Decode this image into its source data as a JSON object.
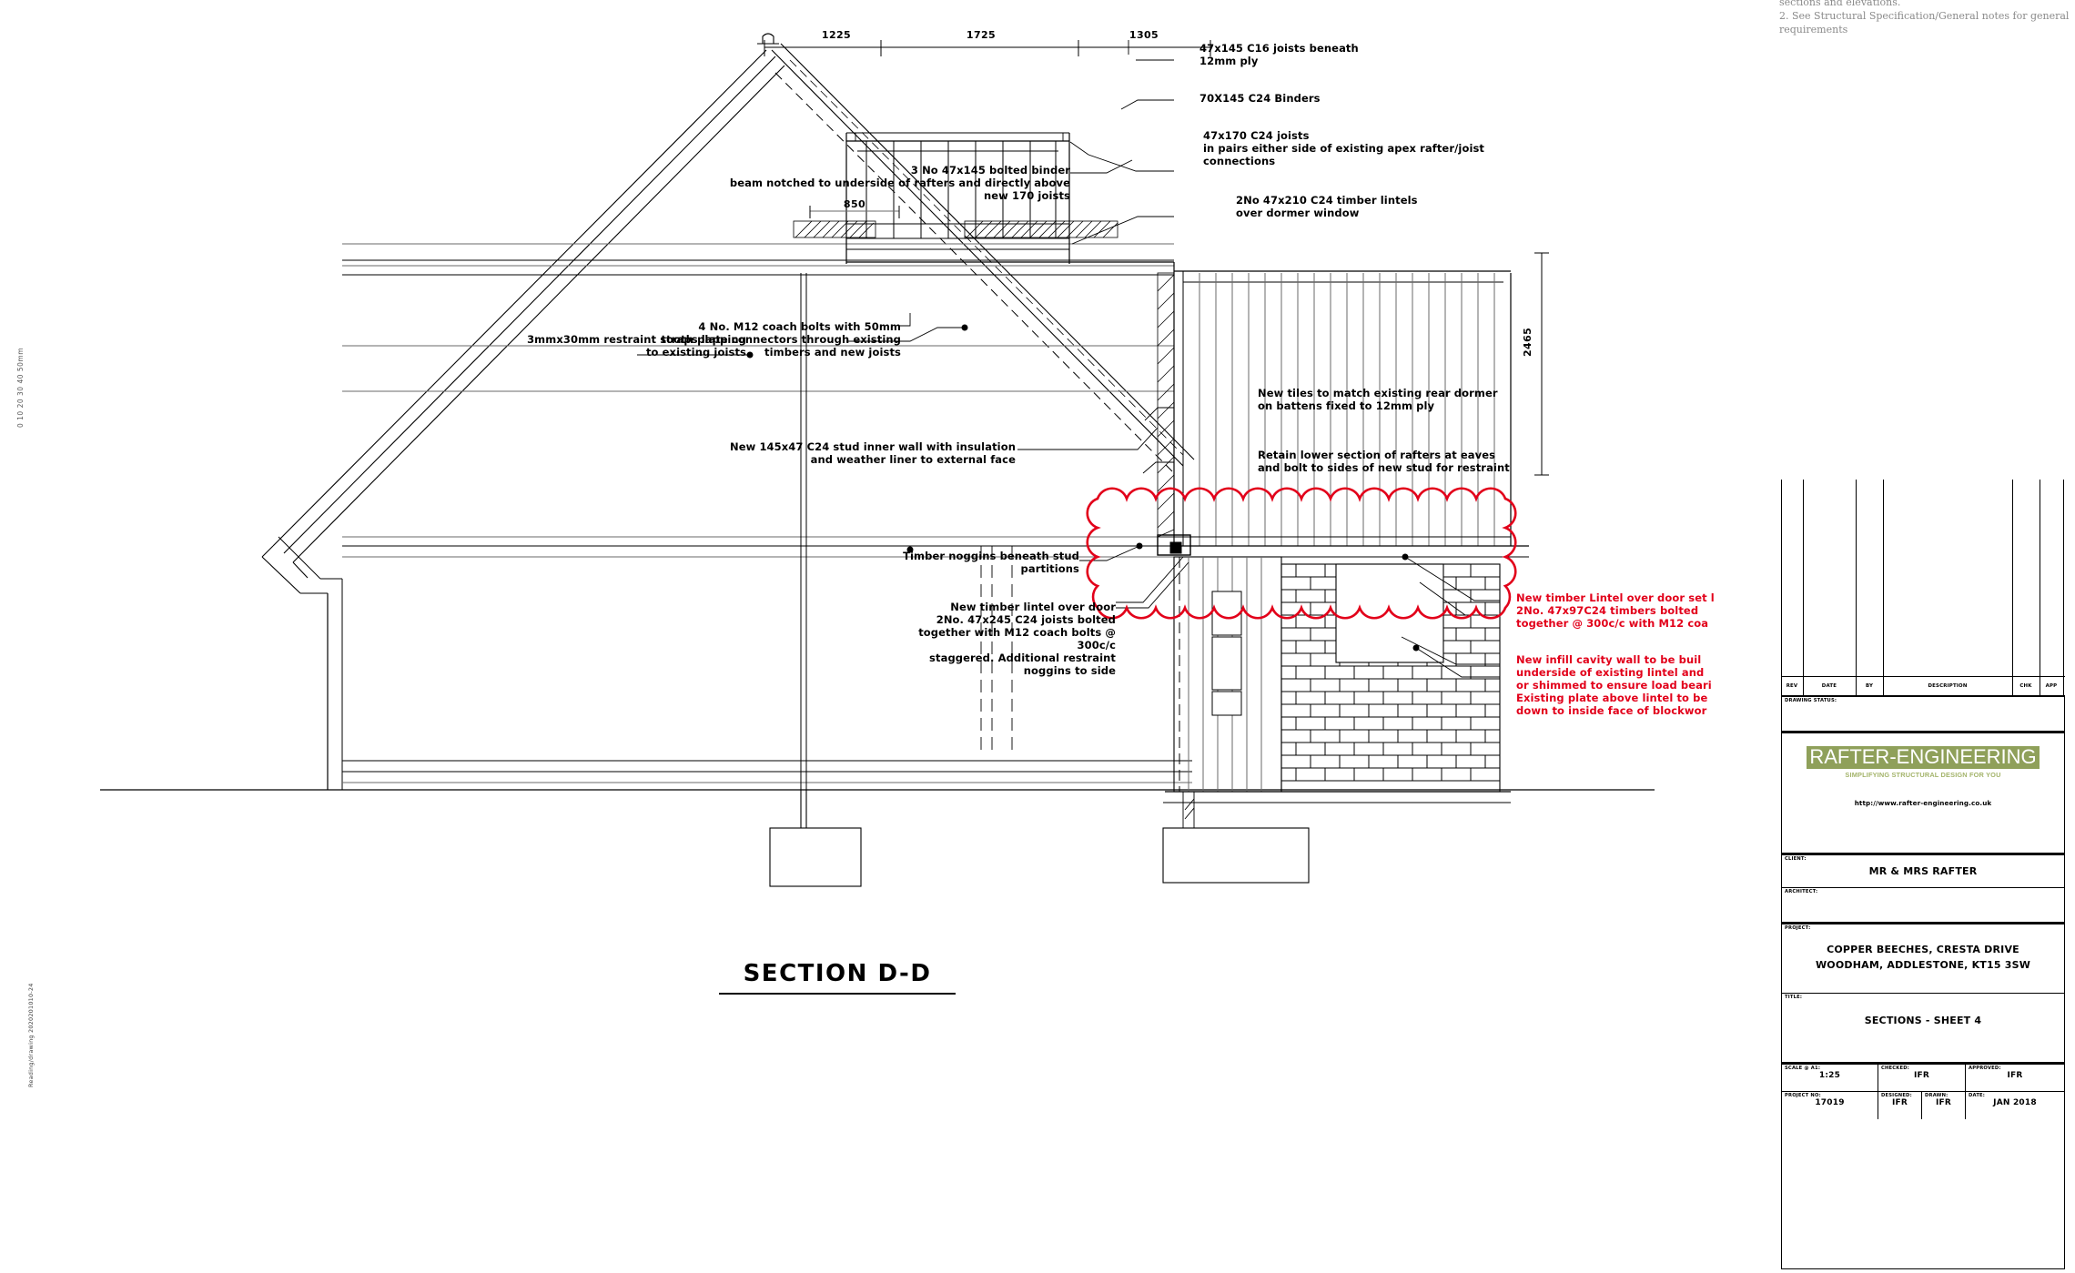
{
  "sheet": {
    "section_title": "SECTION D-D",
    "top_notes": "sections and elevations.\n2. See Structural Specification/General notes for general requirements",
    "left_margin_scale": "0          10         20        30        40        50mm",
    "left_margin_file": "Reading/drawing 2020201010-24"
  },
  "dimensions": {
    "top_chain": [
      "1225",
      "1725",
      "1305"
    ],
    "dormer_width": "850",
    "right_vertical": "2465"
  },
  "annotations": [
    {
      "id": "joists-beneath-ply",
      "text": "47x145 C16 joists beneath\n12mm ply",
      "align": "left"
    },
    {
      "id": "binders",
      "text": "70X145 C24 Binders",
      "align": "left"
    },
    {
      "id": "apex-joists",
      "text": "47x170 C24 joists\nin pairs either side of existing apex rafter/joist\nconnections",
      "align": "left"
    },
    {
      "id": "dormer-lintels",
      "text": "2No 47x210 C24 timber lintels\nover dormer window",
      "align": "left"
    },
    {
      "id": "bolted-binder-beam",
      "text": "3 No 47x145 bolted binder\nbeam notched to underside of rafters and directly above\nnew 170 joists",
      "align": "right"
    },
    {
      "id": "restraint-straps",
      "text": "3mmx30mm restraint straps lapping\nto existing joists",
      "align": "right"
    },
    {
      "id": "coach-bolts",
      "text": "4 No. M12 coach bolts with 50mm\ntooth plate connectors through existing\ntimbers and new joists",
      "align": "right"
    },
    {
      "id": "stud-inner-wall",
      "text": "New 145x47 C24 stud inner wall with insulation\nand weather liner to external face",
      "align": "right"
    },
    {
      "id": "new-tiles",
      "text": "New tiles to match existing rear dormer\non battens fixed to 12mm ply",
      "align": "left"
    },
    {
      "id": "retain-rafters",
      "text": "Retain lower section of rafters at eaves\nand bolt to sides of new stud for restraint",
      "align": "left"
    },
    {
      "id": "timber-noggins",
      "text": "Timber noggins beneath stud\npartitions",
      "align": "right"
    },
    {
      "id": "lintel-over-door",
      "text": "New timber lintel over door\n2No. 47x245 C24 joists bolted\ntogether with M12 coach bolts @\n300c/c\nstaggered. Additional restraint\nnoggins to side",
      "align": "right"
    },
    {
      "id": "lintel-over-door-set",
      "text": "New timber Lintel over door set l\n2No. 47x97C24 timbers bolted\ntogether @ 300c/c with M12 coa",
      "align": "left",
      "color": "red"
    },
    {
      "id": "infill-cavity-wall",
      "text": "New infill cavity wall to be buil\nunderside of existing lintel and\nor shimmed to ensure load beari\nExisting plate above lintel to be\ndown to inside face of blockwor",
      "align": "left",
      "color": "red"
    }
  ],
  "title_block": {
    "revision_table": {
      "columns": [
        "REV",
        "DATE",
        "BY",
        "DESCRIPTION",
        "CHK",
        "APP"
      ],
      "rows": []
    },
    "drawing_status_label": "DRAWING STATUS:",
    "drawing_status_value": "",
    "logo": {
      "brand": "RAFTER-ENGINEERING",
      "tagline": "SIMPLIFYING STRUCTURAL DESIGN FOR YOU",
      "url": "http://www.rafter-engineering.co.uk",
      "brand_color": "#8fa05a",
      "tagline_color": "#a4b46b"
    },
    "client_label": "CLIENT:",
    "client_value": "MR & MRS RAFTER",
    "architect_label": "ARCHITECT:",
    "architect_value": "",
    "project_label": "PROJECT:",
    "project_value": "COPPER BEECHES, CRESTA DRIVE\nWOODHAM, ADDLESTONE, KT15 3SW",
    "project_line1": "COPPER BEECHES, CRESTA DRIVE",
    "project_line2": "WOODHAM, ADDLESTONE, KT15 3SW",
    "title_label": "TITLE:",
    "title_value": "SECTIONS - SHEET 4",
    "scale_label": "SCALE @ A1:",
    "scale_value": "1:25",
    "checked_label": "CHECKED:",
    "checked_value": "IFR",
    "approved_label": "APPROVED:",
    "approved_value": "IFR",
    "project_no_label": "PROJECT No:",
    "project_no_value": "17019",
    "designed_label": "DESIGNED:",
    "designed_value": "IFR",
    "drawn_label": "DRAWN:",
    "drawn_value": "IFR",
    "date_label": "DATE:",
    "date_value": "JAN 2018"
  },
  "colors": {
    "red_markup": "#e2001a",
    "line": "#000000",
    "hairline": "#5a5a5a"
  }
}
